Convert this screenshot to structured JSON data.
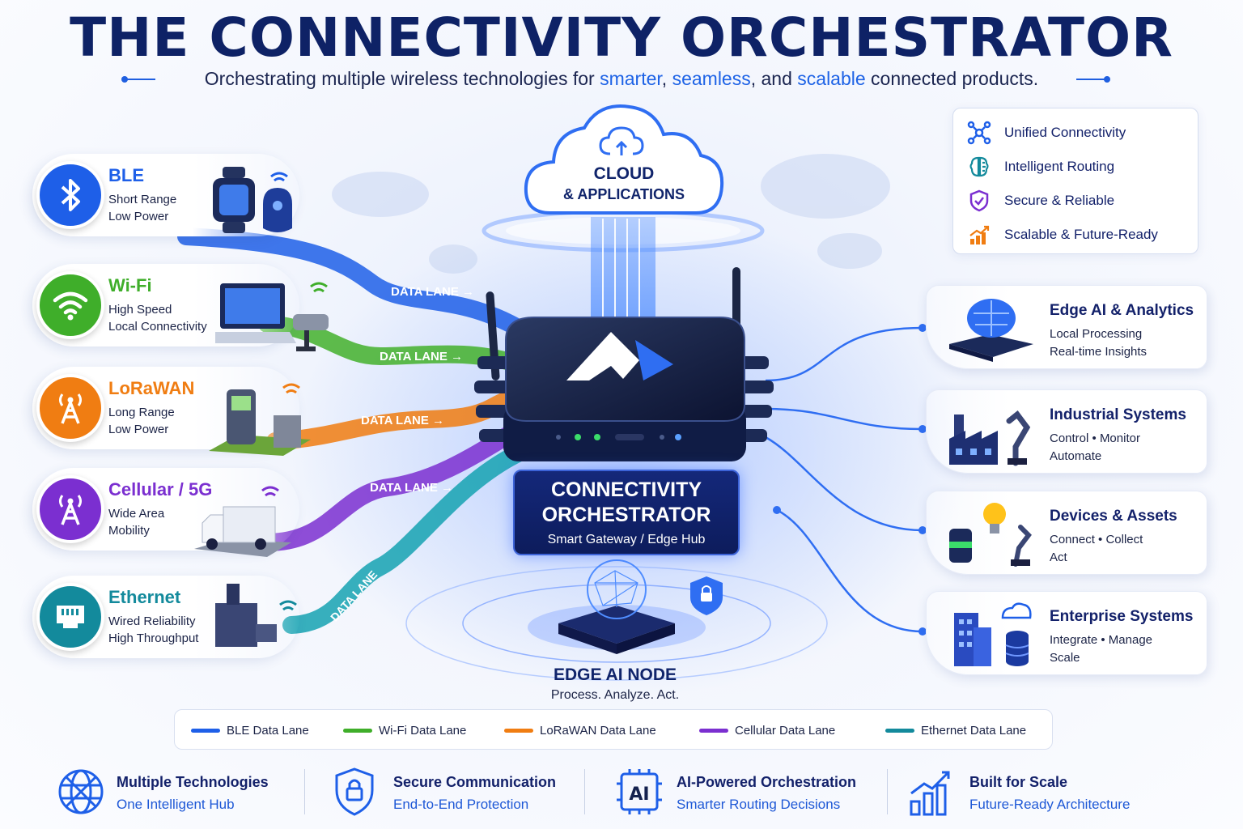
{
  "header": {
    "title": "THE CONNECTIVITY ORCHESTRATOR",
    "subtitle_start": "Orchestrating multiple wireless technologies for ",
    "subtitle_hl1": "smarter",
    "subtitle_sep1": ", ",
    "subtitle_hl2": "seamless",
    "subtitle_sep2": ", and ",
    "subtitle_hl3": "scalable",
    "subtitle_end": " connected products."
  },
  "technologies": [
    {
      "title": "BLE",
      "sub": "Short Range\nLow Power",
      "color": "#1e5fe8",
      "icon": "bluetooth-icon"
    },
    {
      "title": "Wi-Fi",
      "sub": "High Speed\nLocal Connectivity",
      "color": "#3fae2a",
      "icon": "wifi-icon"
    },
    {
      "title": "LoRaWAN",
      "sub": "Long Range\nLow Power",
      "color": "#f07d12",
      "icon": "radio-tower-icon"
    },
    {
      "title": "Cellular / 5G",
      "sub": "Wide Area\nMobility",
      "color": "#7b2fd0",
      "icon": "cell-tower-icon"
    },
    {
      "title": "Ethernet",
      "sub": "Wired Reliability\nHigh Throughput",
      "color": "#138a9c",
      "icon": "ethernet-port-icon"
    }
  ],
  "data_lane_label": "DATA LANE →",
  "data_lane_label_plain": "DATA LANE",
  "cloud": {
    "line1": "CLOUD",
    "line2": "& APPLICATIONS",
    "icon": "cloud-sync-icon"
  },
  "features": [
    {
      "label": "Unified Connectivity",
      "icon": "network-nodes-icon",
      "color": "#1e5fe8"
    },
    {
      "label": "Intelligent Routing",
      "icon": "brain-circuit-icon",
      "color": "#138a9c"
    },
    {
      "label": "Secure & Reliable",
      "icon": "shield-check-icon",
      "color": "#7b2fd0"
    },
    {
      "label": "Scalable & Future-Ready",
      "icon": "growth-chart-icon",
      "color": "#f07d12"
    }
  ],
  "orchestrator": {
    "title_line1": "CONNECTIVITY",
    "title_line2": "ORCHESTRATOR",
    "sub": "Smart Gateway / Edge Hub"
  },
  "edge_node": {
    "title": "EDGE AI NODE",
    "sub": "Process. Analyze. Act."
  },
  "targets": [
    {
      "title": "Edge AI & Analytics",
      "sub": "Local Processing\nReal-time Insights",
      "icon": "ai-brain-server-icon"
    },
    {
      "title": "Industrial Systems",
      "sub": "Control • Monitor\nAutomate",
      "icon": "factory-robot-arm-icon"
    },
    {
      "title": "Devices & Assets",
      "sub": "Connect • Collect\nAct",
      "icon": "devices-bulb-icon"
    },
    {
      "title": "Enterprise Systems",
      "sub": "Integrate • Manage\nScale",
      "icon": "enterprise-building-icon"
    }
  ],
  "legend": [
    {
      "label": "BLE Data Lane",
      "color": "#1e5fe8"
    },
    {
      "label": "Wi-Fi Data Lane",
      "color": "#3fae2a"
    },
    {
      "label": "LoRaWAN Data Lane",
      "color": "#f07d12"
    },
    {
      "label": "Cellular Data Lane",
      "color": "#7b2fd0"
    },
    {
      "label": "Ethernet Data Lane",
      "color": "#138a9c"
    }
  ],
  "footer": [
    {
      "title": "Multiple Technologies",
      "sub": "One Intelligent Hub",
      "icon": "globe-network-icon"
    },
    {
      "title": "Secure Communication",
      "sub": "End-to-End Protection",
      "icon": "shield-lock-icon"
    },
    {
      "title": "AI-Powered Orchestration",
      "sub": "Smarter Routing Decisions",
      "icon": "ai-chip-icon"
    },
    {
      "title": "Built for Scale",
      "sub": "Future-Ready Architecture",
      "icon": "bar-growth-icon"
    }
  ]
}
